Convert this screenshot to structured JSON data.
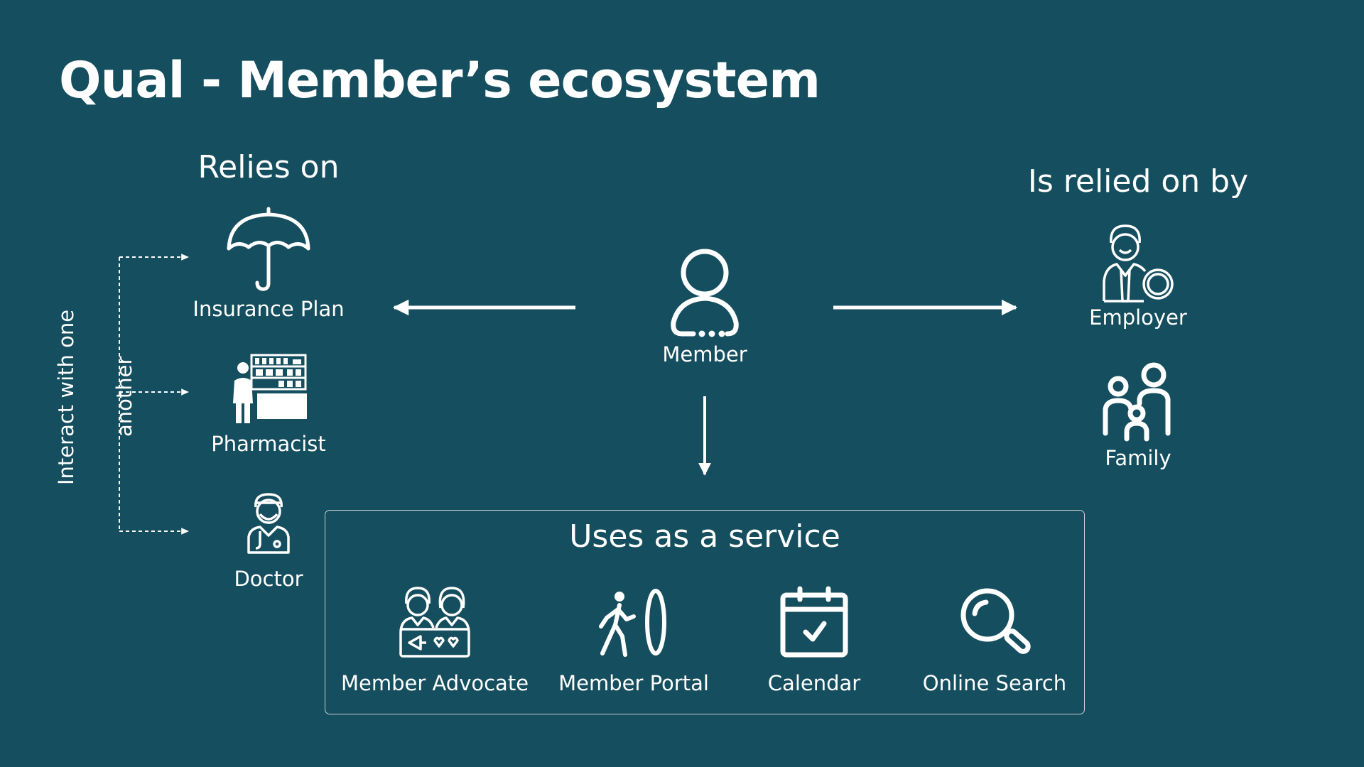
{
  "slide": {
    "title": "Qual - Member’s ecosystem",
    "background_color": "#154e5e",
    "foreground_color": "#ffffff"
  },
  "center": {
    "label": "Member",
    "icon": "person-icon"
  },
  "relies_on": {
    "heading": "Relies on",
    "side_label_line1": "Interact with one",
    "side_label_line2": "another",
    "items": [
      {
        "label": "Insurance Plan",
        "icon": "umbrella-icon"
      },
      {
        "label": "Pharmacist",
        "icon": "pharmacist-icon"
      },
      {
        "label": "Doctor",
        "icon": "doctor-icon"
      }
    ]
  },
  "relied_on_by": {
    "heading": "Is relied on by",
    "items": [
      {
        "label": "Employer",
        "icon": "employer-icon"
      },
      {
        "label": "Family",
        "icon": "family-icon"
      }
    ]
  },
  "services": {
    "heading": "Uses as a service",
    "items": [
      {
        "label": "Member Advocate",
        "icon": "member-advocate-icon"
      },
      {
        "label": "Member Portal",
        "icon": "member-portal-icon"
      },
      {
        "label": "Calendar",
        "icon": "calendar-icon"
      },
      {
        "label": "Online Search",
        "icon": "search-icon"
      }
    ]
  }
}
